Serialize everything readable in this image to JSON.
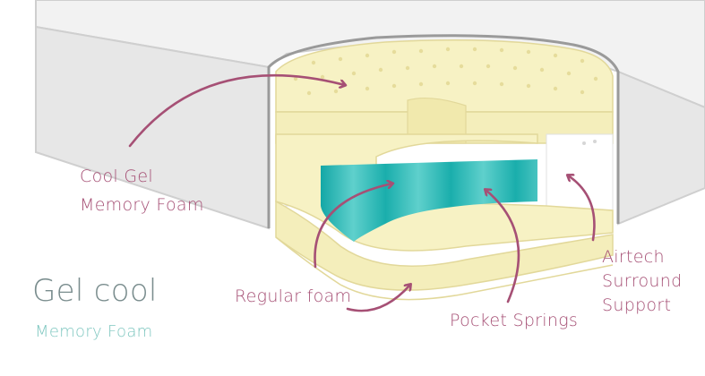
{
  "brand": {
    "title": "Gel cool",
    "subtitle": "Memory Foam"
  },
  "labels": {
    "cool_gel_line1": "Cool Gel",
    "cool_gel_line2": "Memory Foam",
    "regular_foam": "Regular foam",
    "pocket_springs": "Pocket Springs",
    "airtech_line1": "Airtech",
    "airtech_line2": "Surround",
    "airtech_line3": "Support"
  },
  "colors": {
    "label": "#a65075",
    "arrow": "#a65075",
    "brand_main": "#7a8d8e",
    "brand_sub": "#7fc7c0",
    "foam": "#f7f2c4",
    "foam_shadow": "#e9e0a4",
    "gel": "#2fb6b4",
    "cover": "#ededed"
  }
}
